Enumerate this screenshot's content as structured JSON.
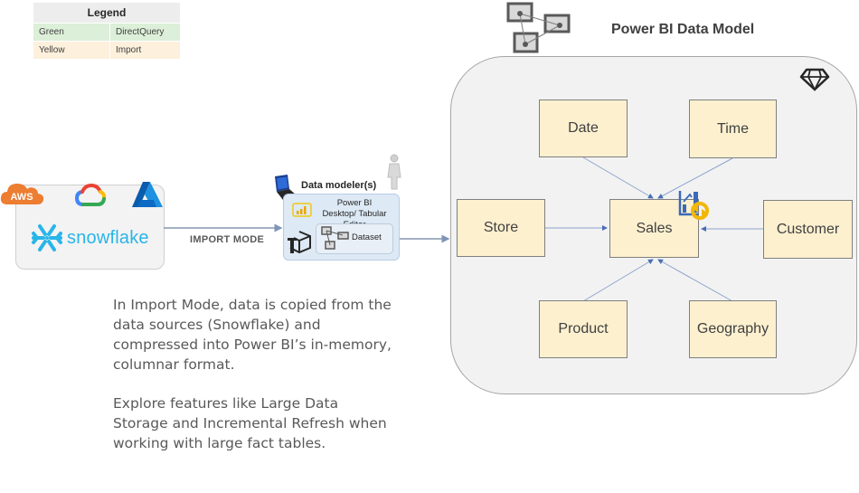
{
  "legend": {
    "title": "Legend",
    "rows": [
      {
        "color_name": "Green",
        "mode": "DirectQuery",
        "swatch": "#dcefd8"
      },
      {
        "color_name": "Yellow",
        "mode": "Import",
        "swatch": "#fdf0dc"
      }
    ]
  },
  "sources": {
    "icons": [
      "aws-icon",
      "google-cloud-icon",
      "azure-icon",
      "snowflake-icon"
    ],
    "aws_label": "AWS",
    "snowflake_label": "snowflake"
  },
  "connector": {
    "label": "IMPORT MODE"
  },
  "modeler": {
    "title": "Data modeler(s)",
    "tool_label": "Power BI Desktop/ Tabular Editor",
    "dataset_label": "Dataset"
  },
  "description": {
    "paragraphs": [
      "In Import Mode, data is copied from the data sources (Snowflake) and compressed into Power BI’s in-memory, columnar format.",
      "Explore features like Large Data Storage and Incremental Refresh when working with large fact tables."
    ]
  },
  "data_model": {
    "title": "Power BI Data Model",
    "fact_table": "Sales",
    "dimension_tables": [
      "Date",
      "Time",
      "Store",
      "Customer",
      "Product",
      "Geography"
    ],
    "relationships": [
      {
        "from": "Date",
        "to": "Sales"
      },
      {
        "from": "Time",
        "to": "Sales"
      },
      {
        "from": "Store",
        "to": "Sales"
      },
      {
        "from": "Customer",
        "to": "Sales"
      },
      {
        "from": "Product",
        "to": "Sales"
      },
      {
        "from": "Geography",
        "to": "Sales"
      }
    ],
    "table_color": "#fdf0cf",
    "line_color": "#8ea4cc"
  }
}
